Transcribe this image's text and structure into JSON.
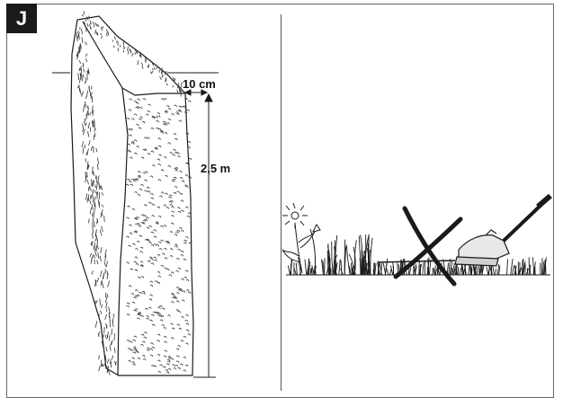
{
  "figure": {
    "label": "J",
    "hedge_width_label": "10 cm",
    "hedge_height_label": "2,5 m"
  },
  "colors": {
    "line": "#1a1a1a",
    "badge_bg": "#1a1a1a",
    "frame": "#666666"
  },
  "icons": [
    "hedge-illustration",
    "trimmer-illustration",
    "flower-illustration",
    "grass-illustration",
    "cross-mark-icon",
    "dimension-arrow-icon"
  ]
}
